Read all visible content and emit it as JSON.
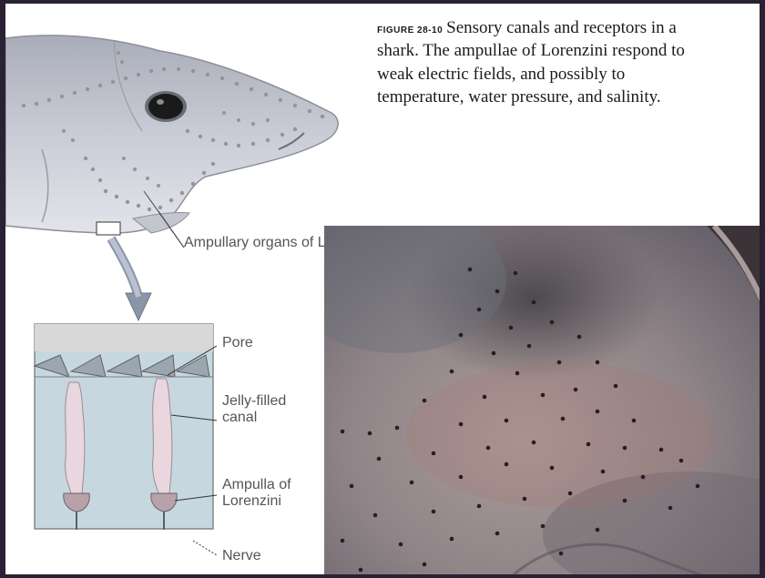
{
  "caption": {
    "figure_number": "FIGURE 28-10",
    "text": "Sensory canals and receptors in a shark. The ampullae of Lorenzini respond to weak electric fields, and possibly to temperature, water pressure, and salinity."
  },
  "labels": {
    "ampullary_organs": "Ampullary organs of Lorenzini",
    "pore": "Pore",
    "jelly_filled_canal": "Jelly-filled canal",
    "ampulla": "Ampulla of Lorenzini",
    "nerve": "Nerve"
  },
  "colors": {
    "frame": "#2b2134",
    "shark_body": "#c9ccd6",
    "pores": "#b09aa0",
    "eye": "#1a1a1a",
    "cutaway_background": "#c7d7df",
    "canal": "#e9d6de",
    "photo_skin": "#8a7f82"
  }
}
